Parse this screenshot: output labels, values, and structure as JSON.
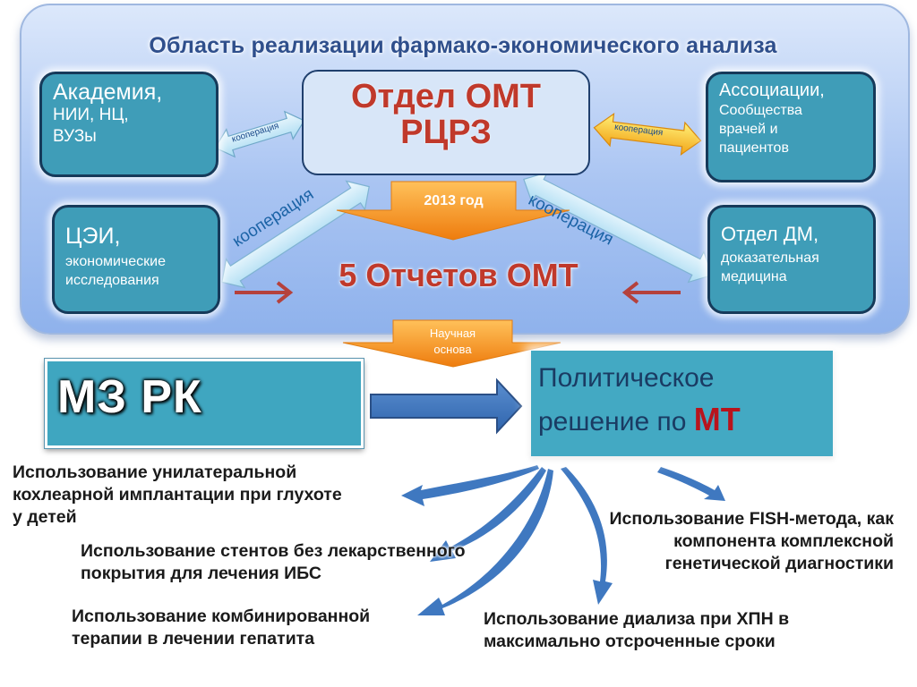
{
  "title": "Область реализации фармако-экономического анализа",
  "boxes": {
    "academy": {
      "head": "Академия",
      "comma": ",",
      "line2": "НИИ, НЦ,",
      "line3": "ВУЗы"
    },
    "assoc": {
      "head": "Ассоциации",
      "comma": ",",
      "line2": "Сообщества",
      "line3": "врачей и",
      "line4": "пациентов"
    },
    "cei": {
      "head": "ЦЭИ",
      "comma": ",",
      "line2": "экономические",
      "line3": "исследования"
    },
    "dm": {
      "head": "Отдел ДМ",
      "comma": ",",
      "line2": "доказательная",
      "line3": "медицина"
    },
    "omt": {
      "line1": "Отдел ОМТ",
      "line2": "РЦРЗ"
    }
  },
  "arrows": {
    "coop_left": "кооперация",
    "coop_right": "кооперация",
    "coop_diag_left": "кооперация",
    "coop_diag_right": "кооперация",
    "year": "2013 год",
    "basis_line1": "Научная",
    "basis_line2": "основа"
  },
  "reports": "5 Отчетов ОМТ",
  "mz": "МЗ РК",
  "policy": {
    "line1": "Политическое",
    "line2_prefix": "решение по ",
    "line2_mt": "МТ"
  },
  "items": {
    "cochlear": [
      "Использование унилатеральной",
      "кохлеарной имплантации при глухоте",
      "у детей"
    ],
    "stents": [
      "Использование стентов без лекарственного",
      "покрытия для лечения ИБС"
    ],
    "hepatitis": [
      "Использование комбинированной",
      "терапии  в лечении гепатита"
    ],
    "fish": [
      "Использование FISH-метода, как",
      "компонента комплексной",
      "генетической диагностики"
    ],
    "dialysis": [
      "Использование диализа при ХПН в",
      "максимально отсроченные сроки"
    ]
  },
  "colors": {
    "panel": "#a9c4f2",
    "teal_box": "#3f9db8",
    "omt_text": "#c0392b",
    "orange_arrow": "#f39c22",
    "blue_arrow": "#3f78c0",
    "mt_red": "#b8141c"
  }
}
